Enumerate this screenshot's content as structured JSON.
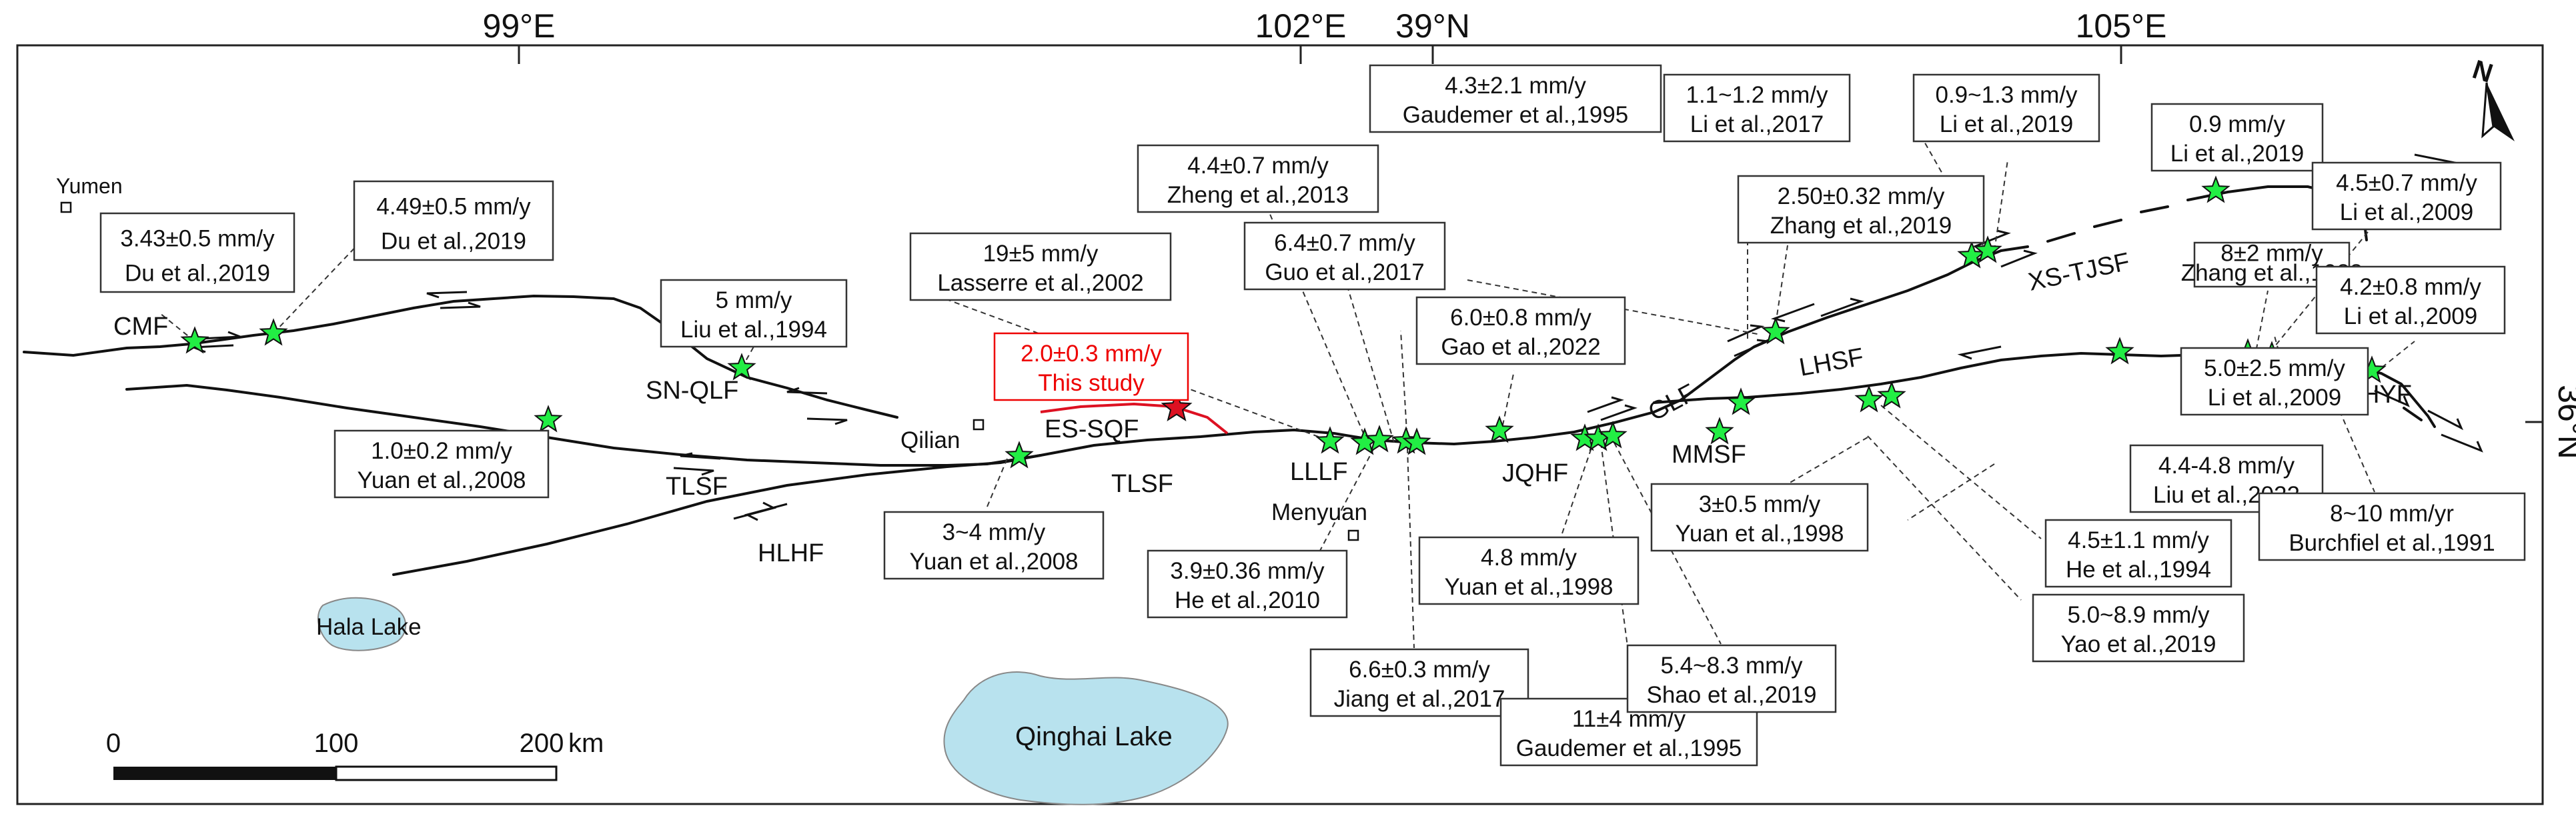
{
  "coordinates": {
    "top": [
      "99°E",
      "102°E",
      "39°N",
      "105°E"
    ],
    "right": [
      "36°N"
    ]
  },
  "north_arrow": "N",
  "places": [
    "Yumen",
    "Qilian",
    "Menyuan",
    "Hala Lake",
    "Qinghai Lake"
  ],
  "faults": [
    "CMF",
    "SN-QLF",
    "TLSF",
    "HLHF",
    "ES-SQF",
    "TLSF",
    "LLLF",
    "JQHF",
    "MMSF",
    "GLF",
    "LHSF",
    "XS-TJSF",
    "HYF"
  ],
  "rate_labels": [
    {
      "rate": "3.43±0.5 mm/y",
      "ref": "Du et al.,2019"
    },
    {
      "rate": "4.49±0.5 mm/y",
      "ref": "Du et al.,2019"
    },
    {
      "rate": "5 mm/y",
      "ref": "Liu et al.,1994"
    },
    {
      "rate": "1.0±0.2 mm/y",
      "ref": "Yuan et al.,2008"
    },
    {
      "rate": "3~4 mm/y",
      "ref": "Yuan et al.,2008"
    },
    {
      "rate": "2.0±0.3 mm/y",
      "ref": "This study"
    },
    {
      "rate": "19±5 mm/y",
      "ref": "Lasserre et al.,2002"
    },
    {
      "rate": "4.4±0.7 mm/y",
      "ref": "Zheng et al.,2013"
    },
    {
      "rate": "6.4±0.7 mm/y",
      "ref": "Guo et al.,2017"
    },
    {
      "rate": "4.3±2.1 mm/y",
      "ref": "Gaudemer et al.,1995"
    },
    {
      "rate": "6.0±0.8 mm/y",
      "ref": "Gao et al.,2022"
    },
    {
      "rate": "3.9±0.36 mm/y",
      "ref": "He et al.,2010"
    },
    {
      "rate": "6.6±0.3 mm/y",
      "ref": "Jiang et al.,2017"
    },
    {
      "rate": "4.8 mm/y",
      "ref": "Yuan et al.,1998"
    },
    {
      "rate": "11±4 mm/y",
      "ref": "Gaudemer et al.,1995"
    },
    {
      "rate": "5.4~8.3 mm/y",
      "ref": "Shao et al.,2019"
    },
    {
      "rate": "3±0.5 mm/y",
      "ref": "Yuan et al.,1998"
    },
    {
      "rate": "2.50±0.32 mm/y",
      "ref": "Zhang et al.,2019"
    },
    {
      "rate": "1.1~1.2 mm/y",
      "ref": "Li et al.,2017"
    },
    {
      "rate": "0.9~1.3 mm/y",
      "ref": "Li et al.,2019"
    },
    {
      "rate": "0.9 mm/y",
      "ref": "Li et al.,2019"
    },
    {
      "rate": "4.5±0.7 mm/y",
      "ref": "Li et al.,2009"
    },
    {
      "rate": "8±2 mm/y",
      "ref": "Zhang et al.,1988"
    },
    {
      "rate": "4.2±0.8 mm/y",
      "ref": "Li et al.,2009"
    },
    {
      "rate": "5.0±2.5 mm/y",
      "ref": "Li et al.,2009"
    },
    {
      "rate": "4.4-4.8 mm/y",
      "ref": "Liu et al.,2022"
    },
    {
      "rate": "4.5±1.1 mm/y",
      "ref": "He et al.,1994"
    },
    {
      "rate": "5.0~8.9 mm/y",
      "ref": "Yao et al.,2019"
    },
    {
      "rate": "8~10 mm/yr",
      "ref": "Burchfiel et al.,1991"
    }
  ],
  "scale_bar": {
    "ticks": [
      "0",
      "100",
      "200"
    ],
    "unit": "km"
  },
  "colors": {
    "site_marker": "#22ee44",
    "this_study_marker": "#dd1122",
    "this_study_text": "#ee0000",
    "lake": "#b8e2ee",
    "fault": "#111111"
  }
}
